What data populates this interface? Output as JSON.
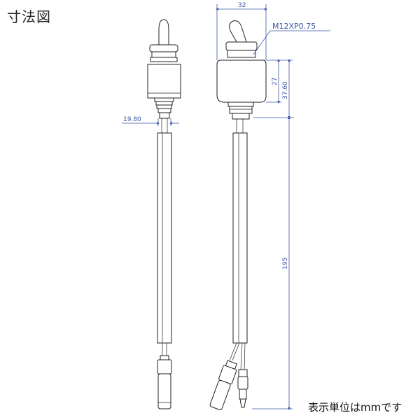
{
  "title": "寸法図",
  "unit_note": "表示単位はmmです",
  "dimensions": {
    "top_width": "32",
    "thread": "M12XP0.75",
    "body_height": "27",
    "body_height_total": "37.60",
    "left_width": "19.80",
    "cable_length": "195"
  },
  "colors": {
    "dimension": "#3a56a8",
    "outline": "#222222"
  }
}
